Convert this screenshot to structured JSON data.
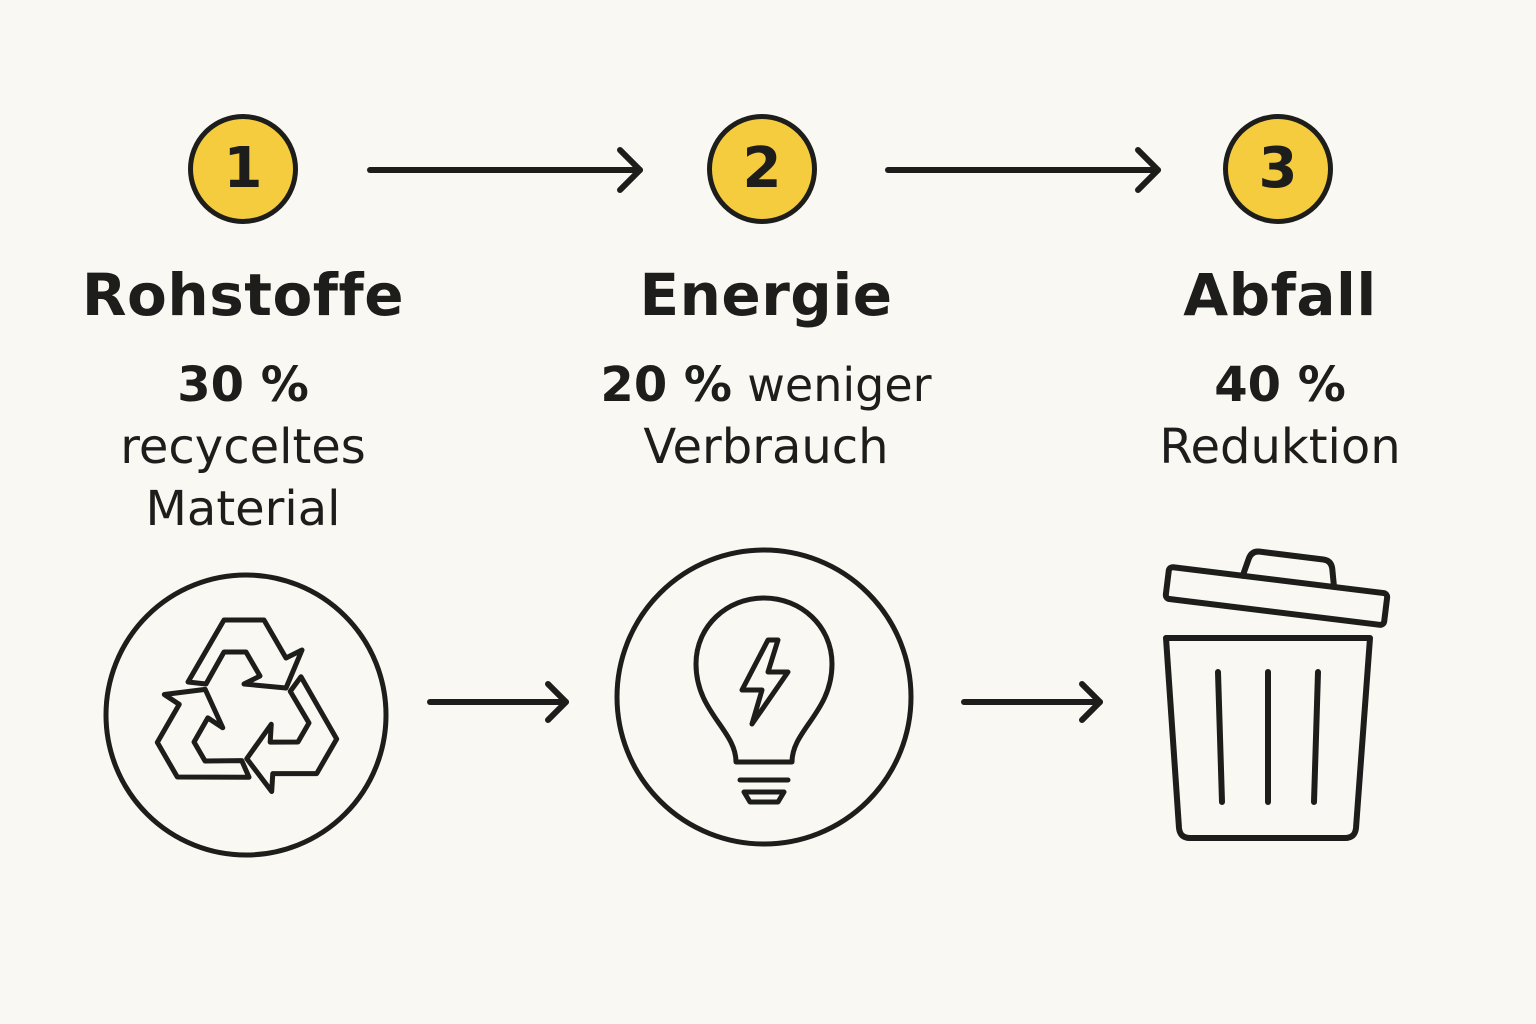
{
  "steps": [
    {
      "number": "1",
      "title": "Rohstoffe",
      "value": "30 %",
      "line1": "recyceltes",
      "line2": "Material",
      "icon": "recycle-icon"
    },
    {
      "number": "2",
      "title": "Energie",
      "value": "20 %",
      "line1": "weniger",
      "line2": "Verbrauch",
      "icon": "lightbulb-bolt-icon"
    },
    {
      "number": "3",
      "title": "Abfall",
      "value": "40 %",
      "line1": "",
      "line2": "Reduktion",
      "icon": "trash-can-icon"
    }
  ],
  "colors": {
    "badge_fill": "#f4cc3e",
    "ink": "#1d1d1b",
    "background": "#faf8f3"
  }
}
